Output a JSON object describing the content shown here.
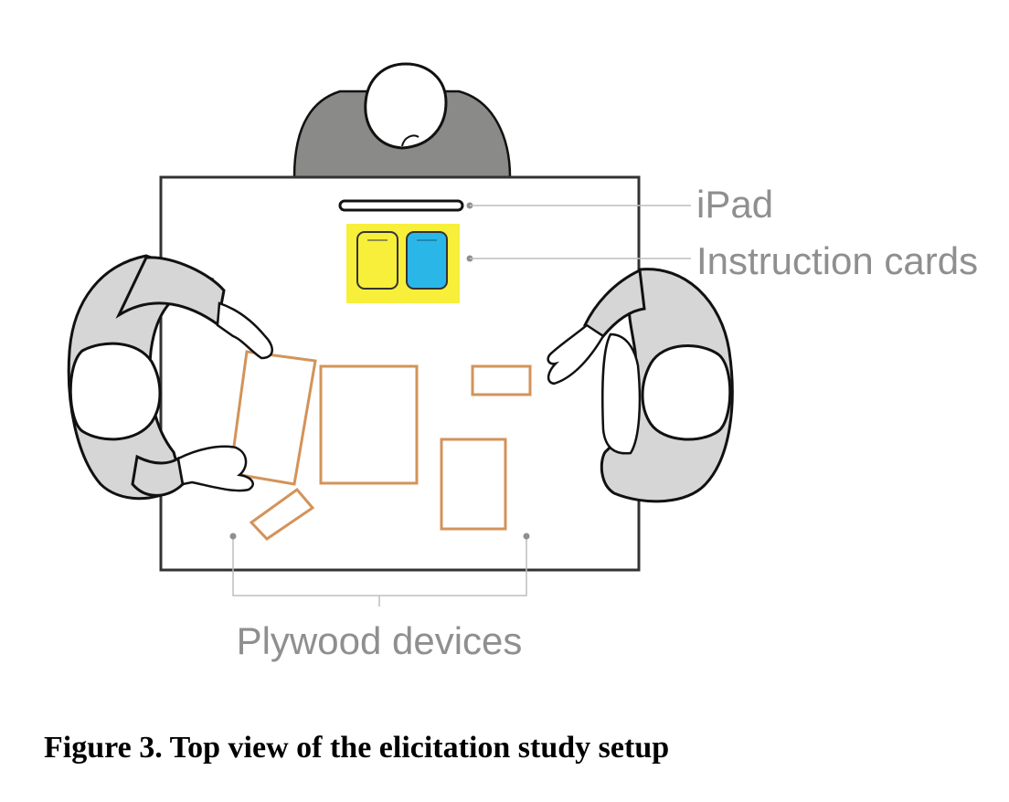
{
  "labels": {
    "ipad": "iPad",
    "instruction_cards": "Instruction cards",
    "plywood_devices": "Plywood devices"
  },
  "caption": "Figure 3. Top view of the elicitation study setup",
  "colors": {
    "body_dark": "#8a8a88",
    "body_light": "#d6d6d6",
    "skin": "#ffffff",
    "outline": "#111111",
    "plywood": "#d3935a",
    "card_highlight": "#f7ef3a",
    "card_blue": "#2bb6e8",
    "leader_line": "#bdbdbd",
    "label_text": "#8f8f8f"
  }
}
